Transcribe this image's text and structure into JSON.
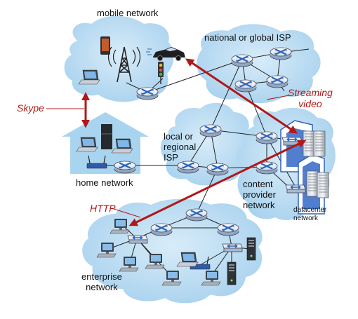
{
  "labels": {
    "mobile": "mobile network",
    "national": "national or global ISP",
    "local_1": "local or",
    "local_2": "regional",
    "local_3": "ISP",
    "home": "home network",
    "content_1": "content",
    "content_2": "provider",
    "content_3": "network",
    "datacenter_1": "datacenter",
    "datacenter_2": "network",
    "enterprise_1": "enterprise",
    "enterprise_2": "network"
  },
  "apps": {
    "skype": "Skype",
    "streaming_1": "Streaming",
    "streaming_2": "video",
    "http": "HTTP"
  },
  "colors": {
    "cloud": "#b9dcf2",
    "cloud_dark": "#a7d0ec",
    "link": "#222222",
    "router_top": "#e6edf5",
    "router_x": "#2e64b8",
    "app_arrow": "#b01818",
    "house": "#a9d4f0"
  },
  "icons": [
    "router-icon",
    "laptop-icon",
    "smartphone-icon",
    "cell-tower-icon",
    "car-icon",
    "traffic-light-icon",
    "server-icon",
    "desktop-icon",
    "wifi-access-point-icon",
    "link-switch-icon"
  ]
}
